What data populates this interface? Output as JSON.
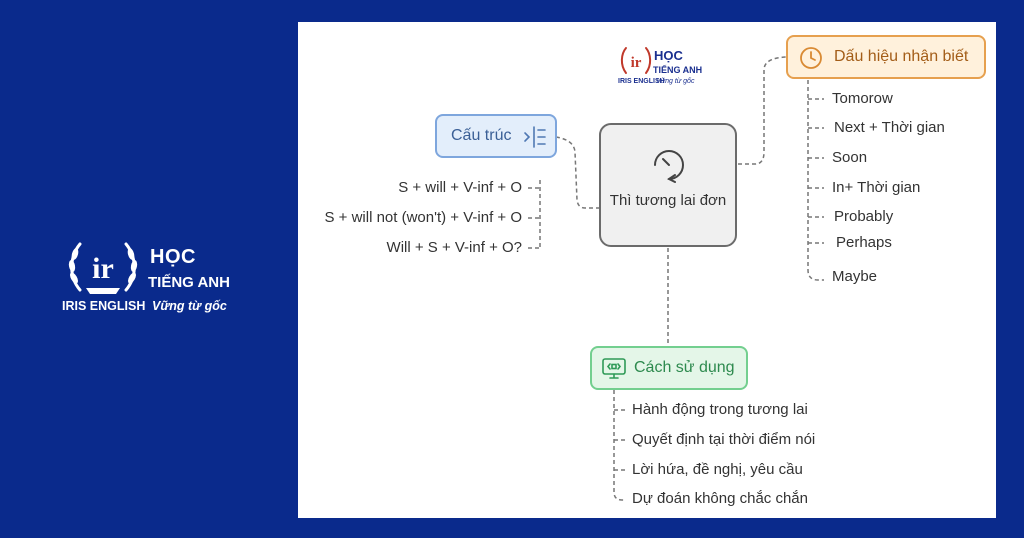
{
  "brand": {
    "name_line1": "HỌC",
    "name_line2": "TIẾNG ANH",
    "org": "IRIS ENGLISH",
    "slogan": "Vững từ gốc",
    "emblem_text": "ir"
  },
  "small_logo": {
    "name_line1": "HỌC",
    "name_line2": "TIẾNG ANH",
    "org": "IRIS ENGLISH",
    "slogan": "Vững từ gốc",
    "emblem_text": "ir"
  },
  "center": {
    "title": "Thì tương lai đơn",
    "icon": "clock-forward-icon"
  },
  "structure": {
    "label": "Cấu trúc",
    "icon": "list-icon",
    "items": [
      "S + will + V-inf + O",
      "S + will not (won't) + V-inf + O",
      "Will + S + V-inf + O?"
    ]
  },
  "signs": {
    "label": "Dấu hiệu nhận biết",
    "icon": "clock-icon",
    "items": [
      "Tomorow",
      "Next + Thời gian",
      "Soon",
      "In+ Thời gian",
      "Probably",
      "Perhaps",
      "Maybe"
    ]
  },
  "usage": {
    "label": "Cách sử dụng",
    "icon": "monitor-code-icon",
    "items": [
      "Hành động trong tương lai",
      "Quyết định tại thời điểm nói",
      "Lời hứa, đề nghị, yêu cầu",
      "Dự đoán không chắc chắn"
    ]
  },
  "colors": {
    "background": "#0a2a8c",
    "structure": "#7ea6dd",
    "signs": "#e6a04f",
    "usage": "#73cf8f",
    "center": "#6b6b6b"
  }
}
